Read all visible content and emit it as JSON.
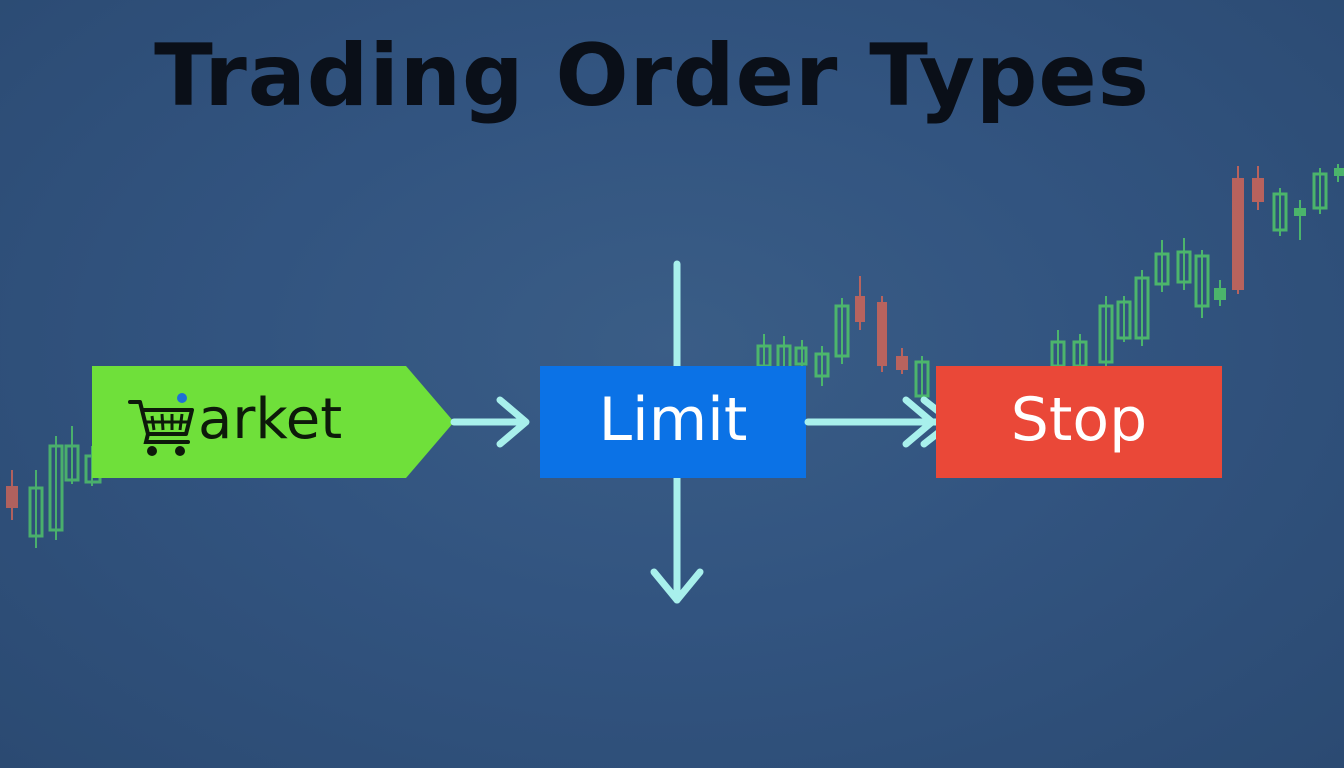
{
  "title": "Trading Order Types",
  "nodes": {
    "market": {
      "label": "arket",
      "icon": "shopping-cart-icon",
      "color": "#6fe03a"
    },
    "limit": {
      "label": "Limit",
      "color": "#0b72e6"
    },
    "stop": {
      "label": "Stop",
      "color": "#ea4838"
    }
  },
  "colors": {
    "background": "#325480",
    "arrow": "#a8f0ec",
    "candle_up": "#4fc06a",
    "candle_down": "#c7655a"
  }
}
